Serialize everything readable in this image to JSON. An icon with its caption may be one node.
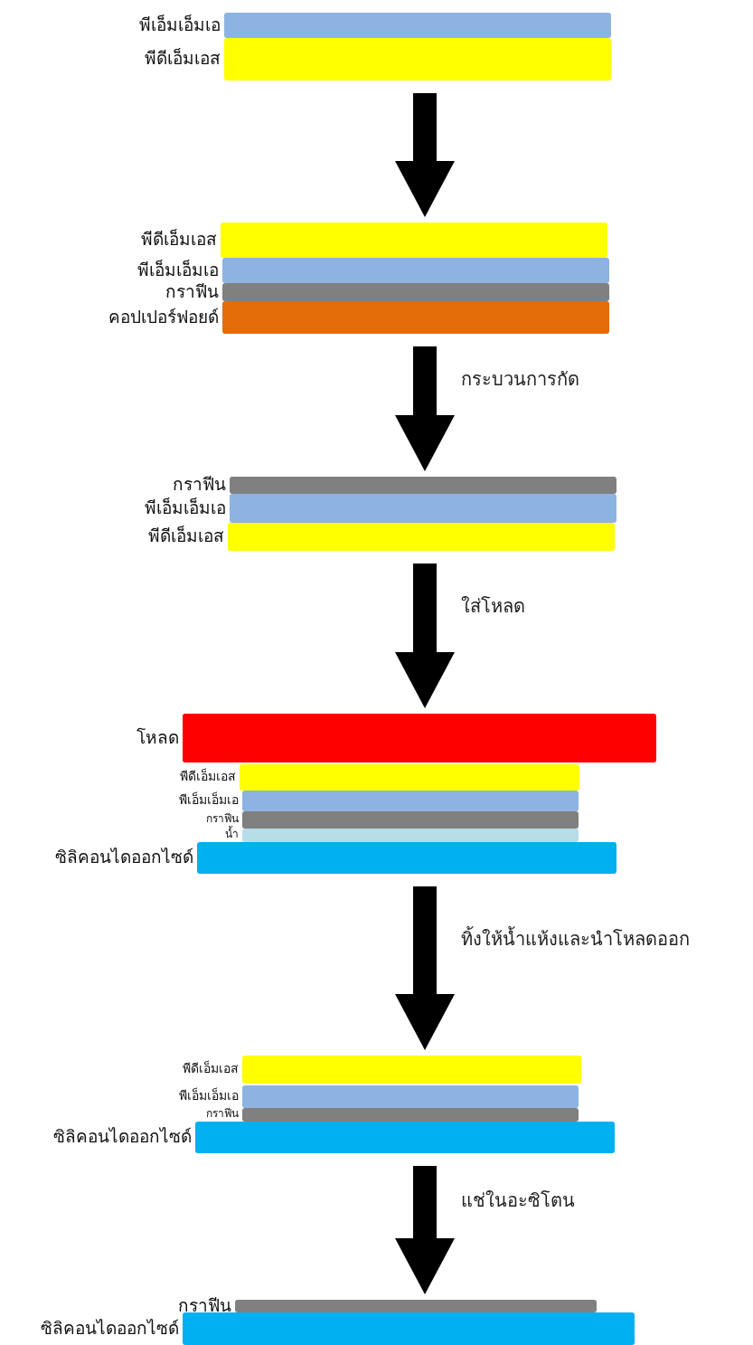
{
  "diagram": {
    "nodes": [
      {
        "text": [
          "พีเอ็มเอ็มเอ"
        ]
      },
      {
        "text": [
          "พีดีเอ็มเอส"
        ]
      },
      {
        "text": [
          "พีดีเอ็มเอส"
        ]
      },
      {
        "text": [
          "พีเอ็มเอ็มเอ"
        ]
      },
      {
        "text": [
          "กราฟีน"
        ]
      },
      {
        "text": [
          "คอปเปอร์ฟอยด์"
        ]
      },
      {
        "text": [
          "กราฟีน"
        ]
      },
      {
        "text": [
          "พีเอ็มเอ็มเอ"
        ]
      },
      {
        "text": [
          "พีดีเอ็มเอส"
        ]
      },
      {
        "text": [
          "โหลด"
        ]
      },
      {
        "text": [
          "พีดีเอ็มเอส"
        ]
      },
      {
        "text": [
          "พีเอ็มเอ็มเอ"
        ]
      },
      {
        "text": [
          "กราฟีน"
        ]
      },
      {
        "text": [
          "น้ำ"
        ]
      },
      {
        "text": [
          "ซิลิคอนไดออกไซด์"
        ]
      },
      {
        "text": [
          "พีดีเอ็มเอส"
        ]
      },
      {
        "text": [
          "พีเอ็มเอ็มเอ"
        ]
      },
      {
        "text": [
          "กราฟีน"
        ]
      },
      {
        "text": [
          "ซิลิคอนไดออกไซด์"
        ]
      },
      {
        "text": [
          "กราฟีน"
        ]
      },
      {
        "text": [
          "ซิลิคอนไดออกไซด์"
        ]
      }
    ],
    "edges": [
      {
        "from": 1,
        "to": 2,
        "arrow": "to"
      },
      {
        "from": 5,
        "to": 6,
        "arrow": "to",
        "label": "กระบวนการกัด"
      },
      {
        "from": 8,
        "to": 9,
        "arrow": "to",
        "label": "ใส่โหลด"
      },
      {
        "from": 14,
        "to": 15,
        "arrow": "to",
        "label": "ทิ้งให้น้ำแห้งและนำโหลดออก"
      },
      {
        "from": 18,
        "to": 19,
        "arrow": "to",
        "label": "แช่ในอะซิโตน"
      }
    ]
  }
}
